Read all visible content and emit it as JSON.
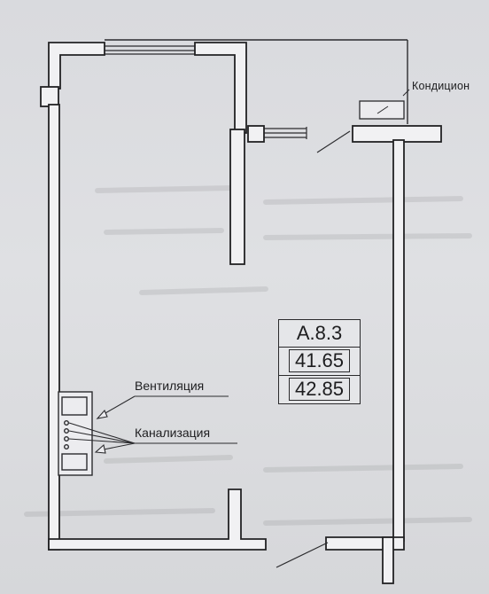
{
  "plan": {
    "labels": {
      "conditioner": "Кондицион",
      "ventilation": "Вентиляция",
      "sewer": "Канализация"
    },
    "apartment": {
      "code": "A.8.3",
      "living_area": "41.65",
      "total_area": "42.85"
    }
  }
}
